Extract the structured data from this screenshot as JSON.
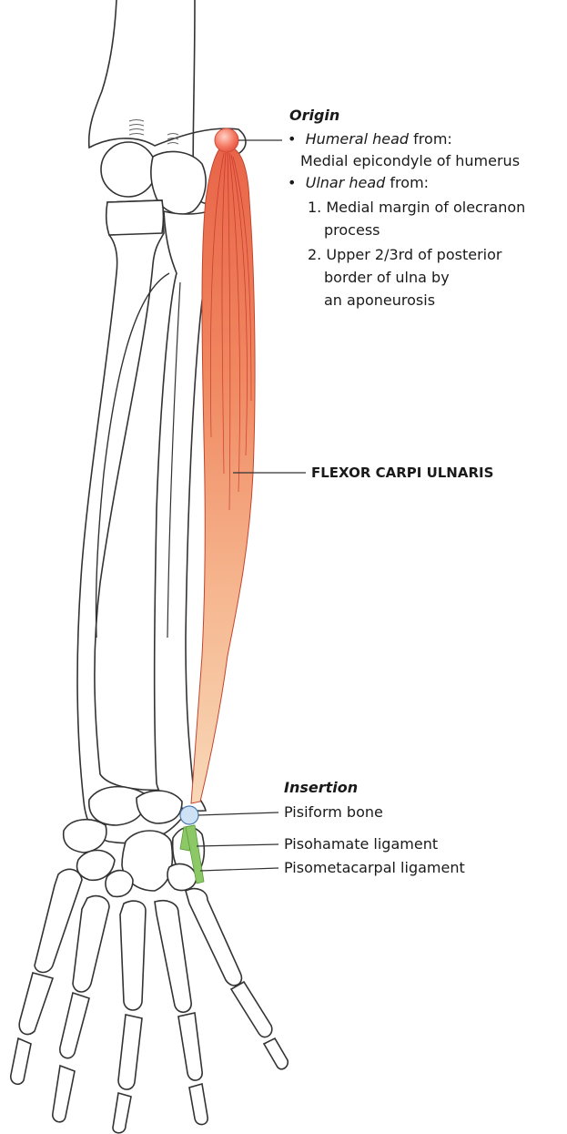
{
  "origin": {
    "heading": "Origin",
    "humeral_head_term": "Humeral head",
    "humeral_head_rest": " from:",
    "humeral_head_detail": "Medial epicondyle of  humerus",
    "ulnar_head_term": "Ulnar head",
    "ulnar_head_rest": " from:",
    "item1_line1": "1. Medial margin of olecranon",
    "item1_line2": "process",
    "item2_line1": "2. Upper 2/3rd of posterior",
    "item2_line2": "border of ulna by",
    "item2_line3": "an aponeurosis"
  },
  "muscle_label": "FLEXOR CARPI ULNARIS",
  "insertion": {
    "heading": "Insertion",
    "pisiform": "Pisiform bone",
    "pisohamate": "Pisohamate ligament",
    "pisometacarpal": "Pisometacarpal ligament"
  },
  "colors": {
    "muscle_top": "#e86448",
    "muscle_bottom": "#f8d3b0",
    "fiber": "#c52a2a",
    "origin_dot": "#f26a55",
    "insertion_dot": "#cfe2f5",
    "ligament": "#8cc865",
    "bone_outline": "#333333"
  }
}
